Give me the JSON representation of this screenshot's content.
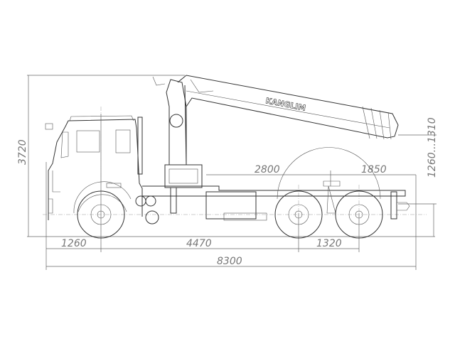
{
  "drawing": {
    "crane_brand": "KANGLIM",
    "dimensions": {
      "overall_height": "3720",
      "front_overhang": "1260",
      "wheelbase_front": "4470",
      "wheelbase_rear": "1320",
      "overall_length": "8300",
      "crane_to_coupling": "2800",
      "coupling_to_rear": "1850",
      "fifth_wheel_height": "1260...1310"
    }
  }
}
